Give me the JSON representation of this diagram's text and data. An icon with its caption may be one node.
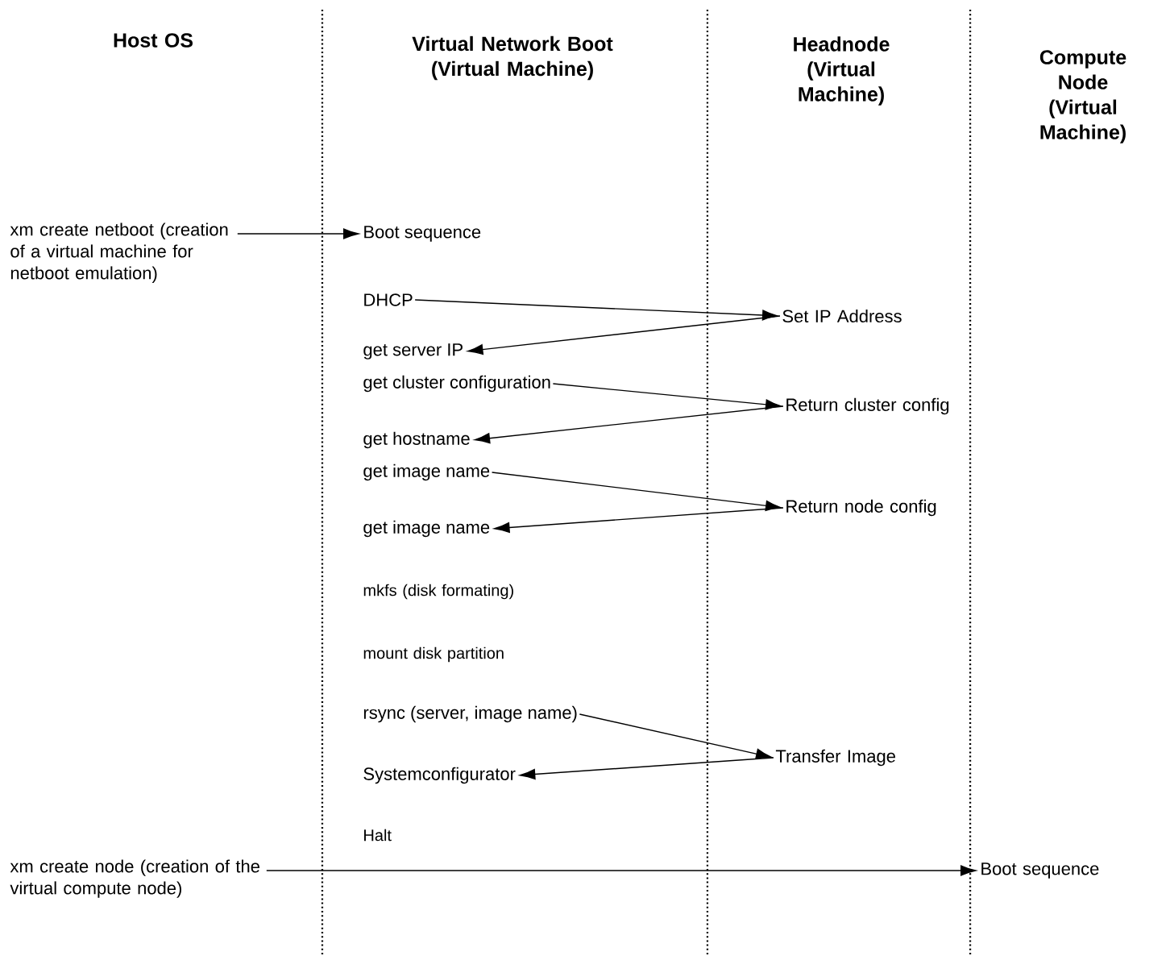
{
  "diagram": {
    "nodes": [
      {
        "text": [
          "xm create netboot (creation of a virtual machine for netboot emulation)"
        ]
      },
      {
        "text": [
          "Boot sequence"
        ]
      },
      {
        "text": [
          "DHCP"
        ]
      },
      {
        "text": [
          "Set IP Address"
        ]
      },
      {
        "text": [
          "get server IP"
        ]
      },
      {
        "text": [
          "get cluster configuration"
        ]
      },
      {
        "text": [
          "Return cluster config"
        ]
      },
      {
        "text": [
          "get hostname"
        ]
      },
      {
        "text": [
          "get image name"
        ]
      },
      {
        "text": [
          "Return node config"
        ]
      },
      {
        "text": [
          "get image name"
        ]
      },
      {
        "text": [
          "rsync (server, image name)"
        ]
      },
      {
        "text": [
          "Transfer Image"
        ]
      },
      {
        "text": [
          "Systemconfigurator"
        ]
      },
      {
        "text": [
          "xm create node (creation of the virtual compute node)"
        ]
      },
      {
        "text": [
          "Boot sequence"
        ]
      }
    ],
    "edges": [
      {
        "from": 0,
        "to": 1,
        "arrow": "to"
      },
      {
        "from": 2,
        "to": 3,
        "arrow": "to"
      },
      {
        "from": 3,
        "to": 4,
        "arrow": "to"
      },
      {
        "from": 5,
        "to": 6,
        "arrow": "to"
      },
      {
        "from": 6,
        "to": 7,
        "arrow": "to"
      },
      {
        "from": 8,
        "to": 9,
        "arrow": "to"
      },
      {
        "from": 9,
        "to": 10,
        "arrow": "to"
      },
      {
        "from": 11,
        "to": 12,
        "arrow": "to"
      },
      {
        "from": 12,
        "to": 13,
        "arrow": "to"
      },
      {
        "from": 14,
        "to": 15,
        "arrow": "to"
      }
    ],
    "labels": [
      "Host OS",
      "Virtual Network Boot (Virtual Machine)",
      "Headnode (Virtual Machine)",
      "Compute Node (Virtual Machine)",
      "mkfs (disk formating)",
      "mount disk partition",
      "Halt"
    ]
  }
}
